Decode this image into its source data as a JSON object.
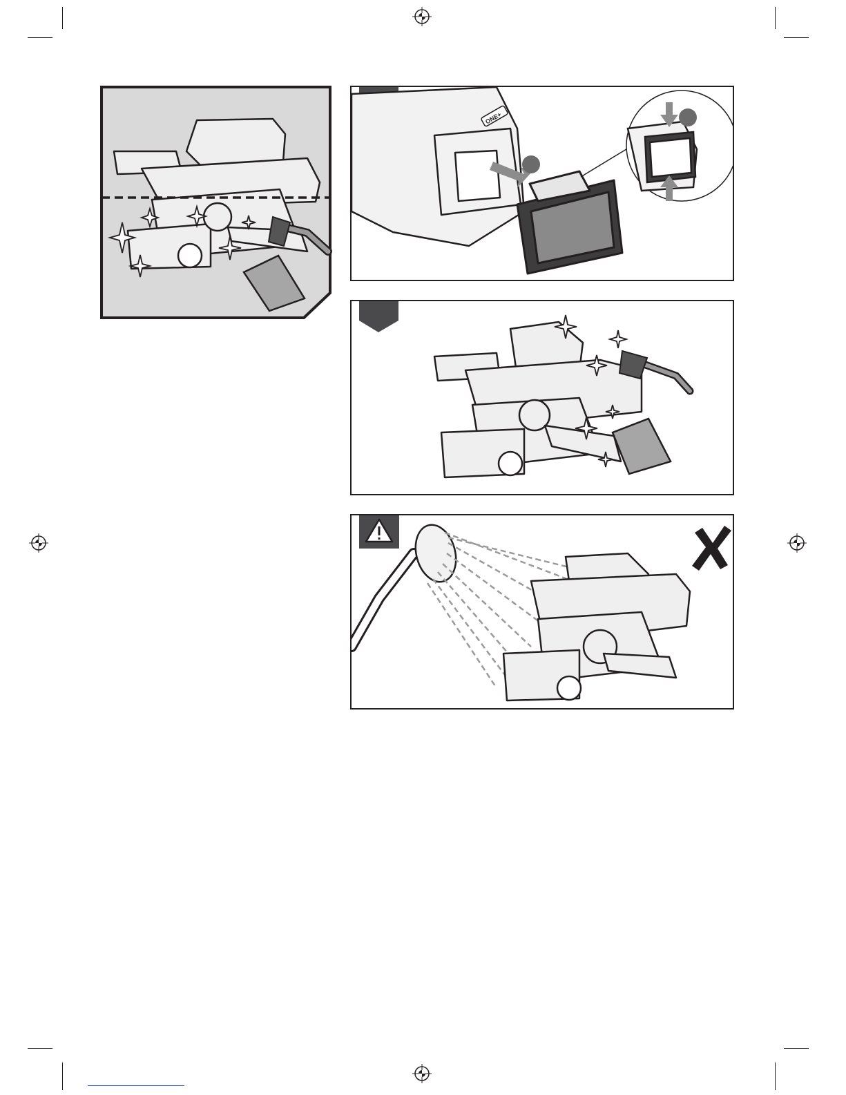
{
  "page": {
    "brand_label": "ONE+"
  },
  "figures": [
    {
      "id": "overview",
      "icon": "sander-cleaning-overview"
    },
    {
      "id": "step-1",
      "icon": "battery-removal"
    },
    {
      "id": "step-2",
      "icon": "brush-and-cloth-cleaning"
    },
    {
      "id": "warning",
      "icon": "warning-triangle-icon"
    }
  ],
  "colors": {
    "ink": "#231f20",
    "tab_dark": "#4a4a4c",
    "panel_bg": "#d9d9d9",
    "arrow_gray": "#8c8c8c"
  }
}
